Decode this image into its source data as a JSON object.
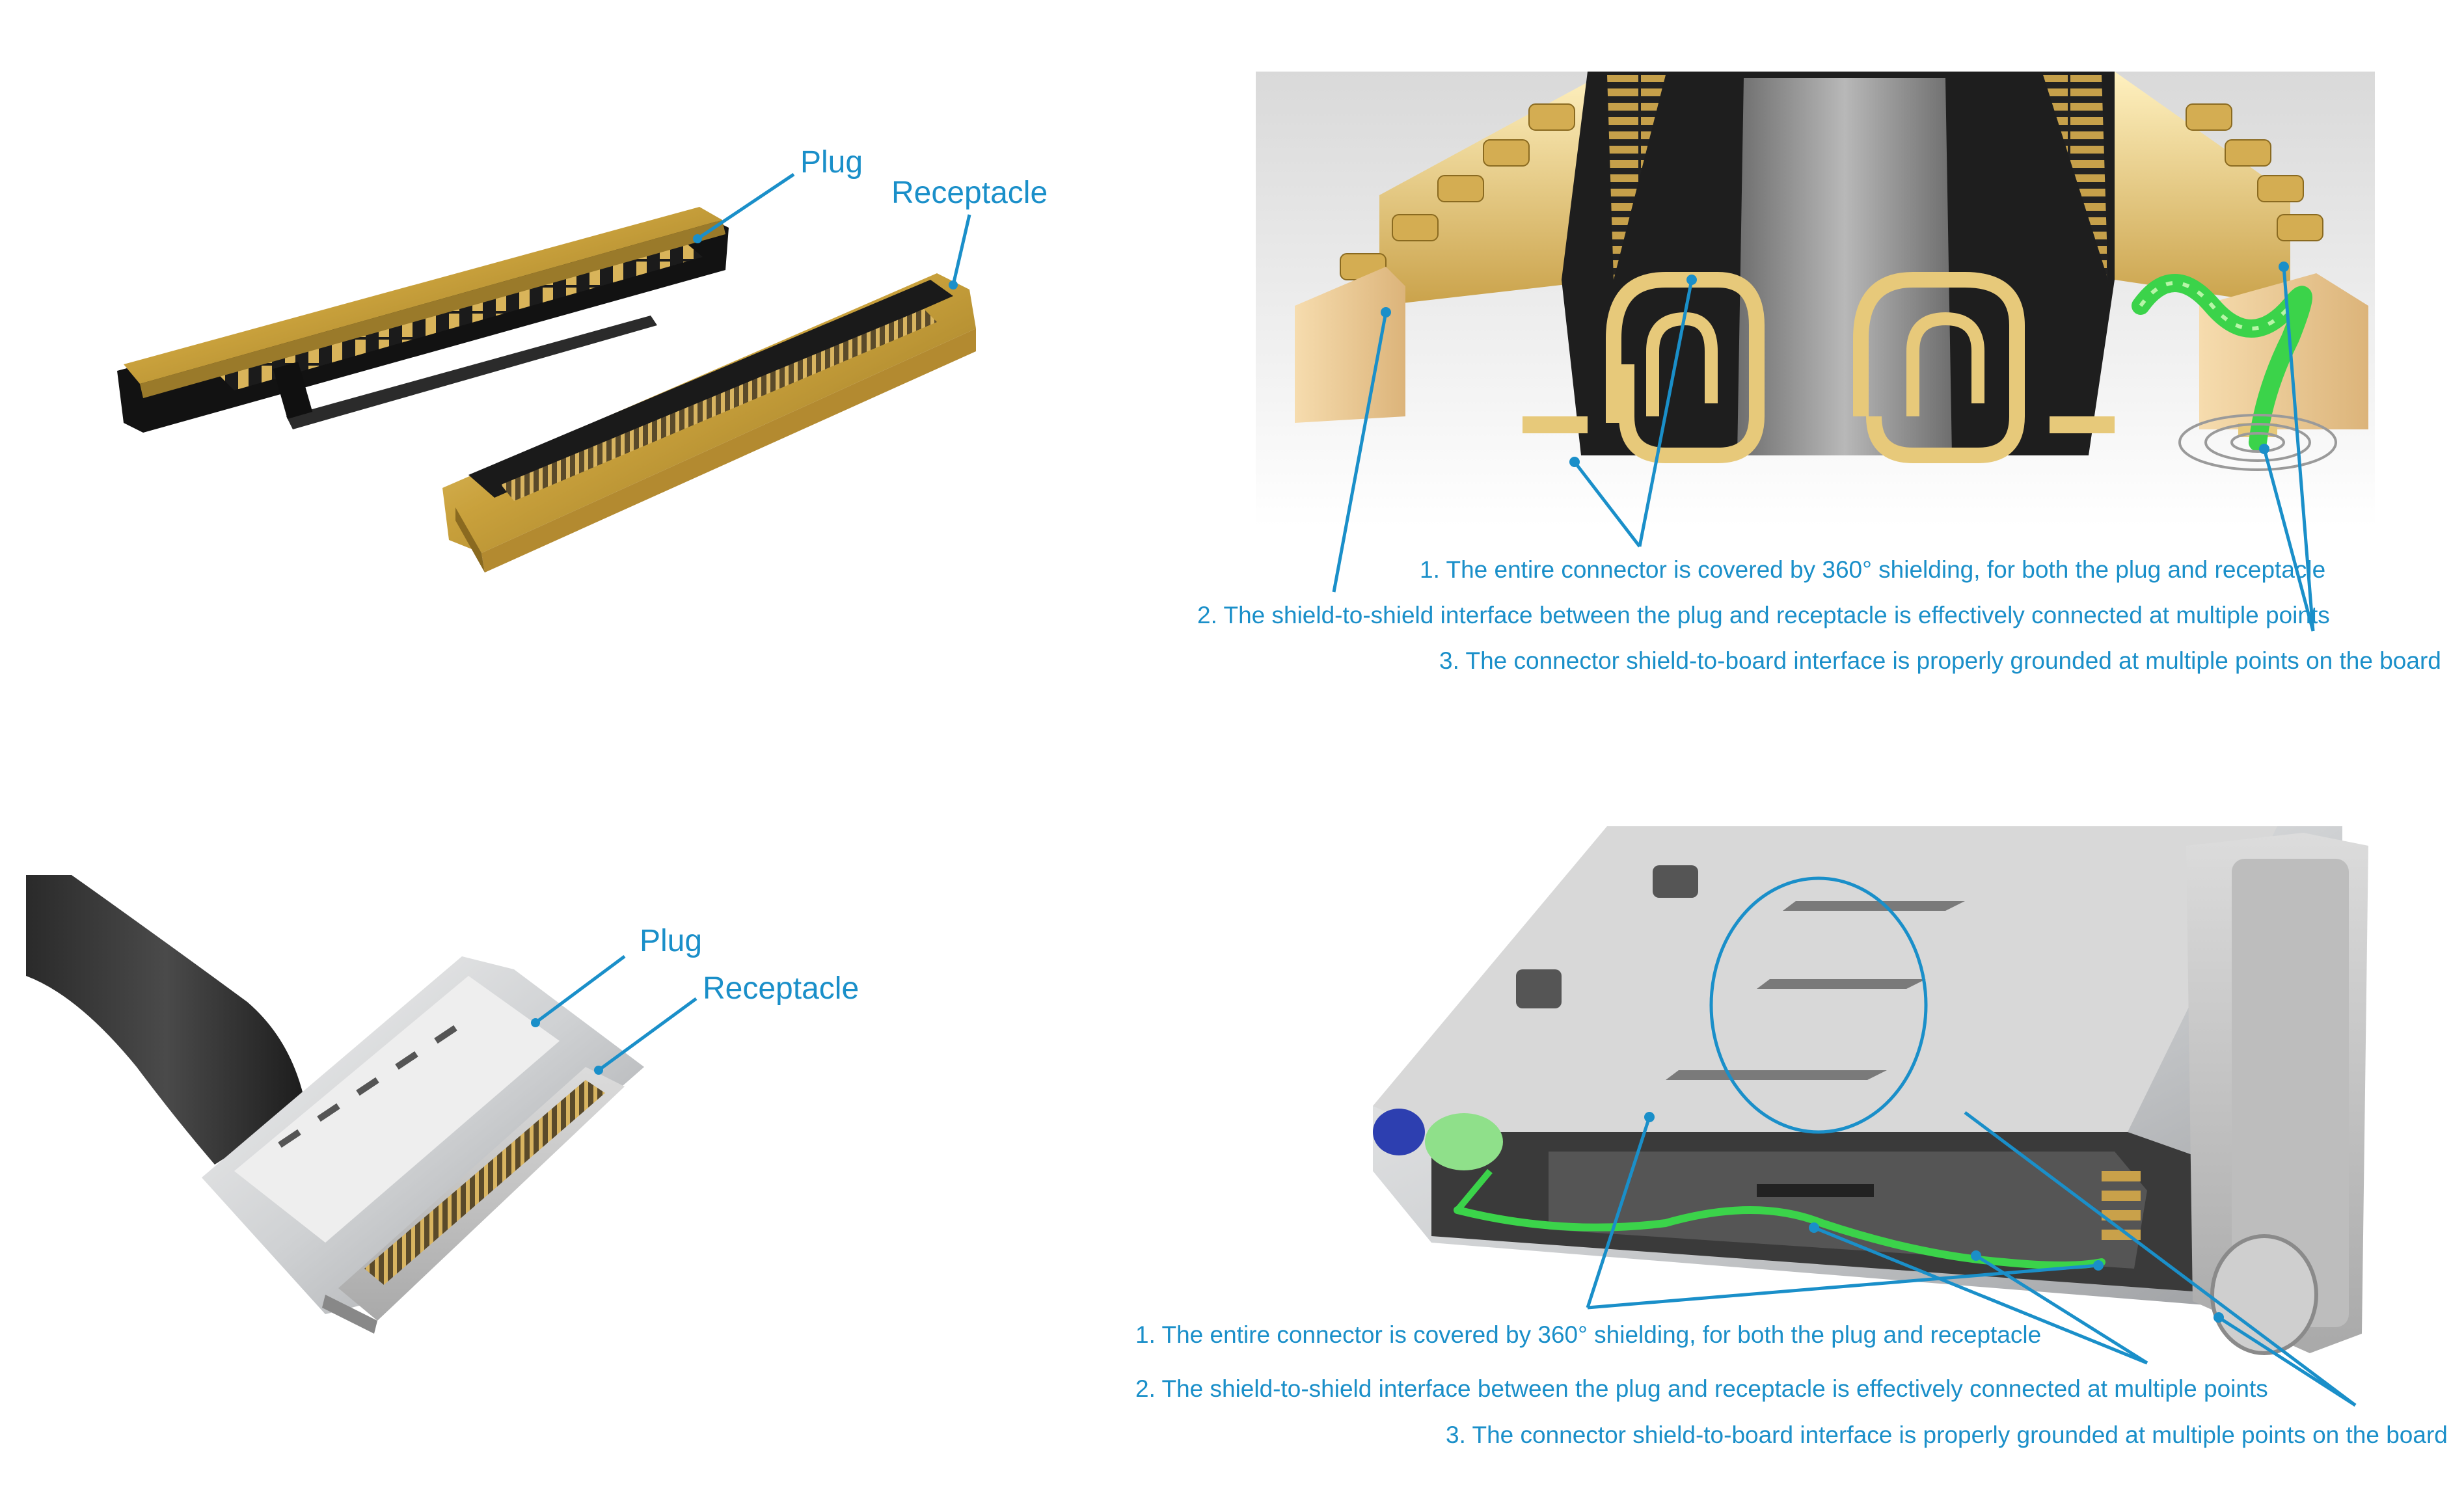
{
  "accent": "#1a8fc9",
  "panels": {
    "top_left": {
      "plug_label": "Plug",
      "receptacle_label": "Receptacle"
    },
    "top_right": {
      "note_1": "1. The entire connector is covered by 360° shielding, for both the plug and receptacle",
      "note_2": "2. The shield-to-shield interface between the plug and receptacle is effectively connected at multiple points",
      "note_3": "3. The connector shield-to-board interface is properly grounded at multiple points on the board"
    },
    "bottom_left": {
      "plug_label": "Plug",
      "receptacle_label": "Receptacle"
    },
    "bottom_right": {
      "note_1": "1. The entire connector is covered by 360° shielding, for both the plug and receptacle",
      "note_2": "2. The shield-to-shield interface between the plug and receptacle is effectively connected at multiple points",
      "note_3": "3. The connector shield-to-board interface is properly grounded at multiple points on the board"
    }
  }
}
